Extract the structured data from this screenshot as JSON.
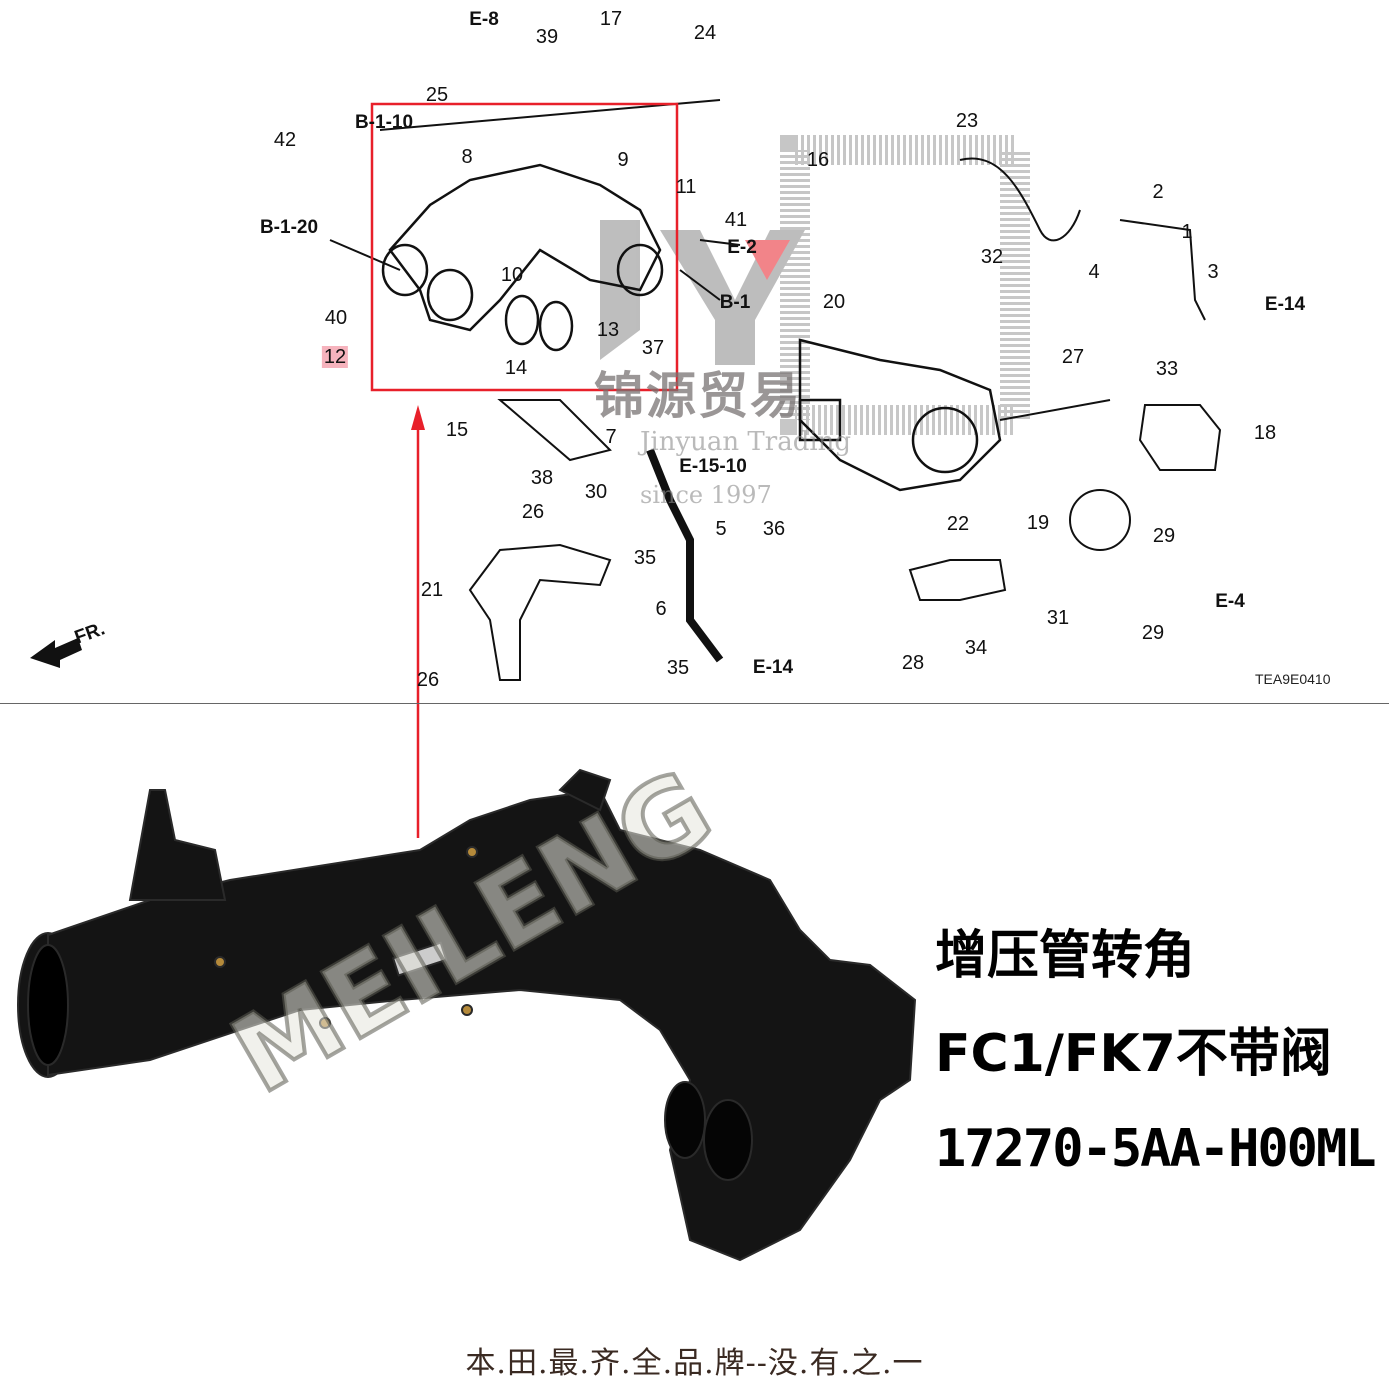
{
  "diagram": {
    "labels": [
      {
        "id": "E-8"
      },
      {
        "id": "39"
      },
      {
        "id": "17"
      },
      {
        "id": "24"
      },
      {
        "id": "25"
      },
      {
        "id": "B-1-10"
      },
      {
        "id": "42"
      },
      {
        "id": "8"
      },
      {
        "id": "9"
      },
      {
        "id": "11"
      },
      {
        "id": "41"
      },
      {
        "id": "16"
      },
      {
        "id": "23"
      },
      {
        "id": "2"
      },
      {
        "id": "1"
      },
      {
        "id": "B-1-20"
      },
      {
        "id": "E-2"
      },
      {
        "id": "32"
      },
      {
        "id": "4"
      },
      {
        "id": "3"
      },
      {
        "id": "E-14"
      },
      {
        "id": "10"
      },
      {
        "id": "40"
      },
      {
        "id": "B-1"
      },
      {
        "id": "20"
      },
      {
        "id": "13"
      },
      {
        "id": "12"
      },
      {
        "id": "37"
      },
      {
        "id": "14"
      },
      {
        "id": "27"
      },
      {
        "id": "33"
      },
      {
        "id": "15"
      },
      {
        "id": "18"
      },
      {
        "id": "38"
      },
      {
        "id": "7"
      },
      {
        "id": "E-15-10"
      },
      {
        "id": "30"
      },
      {
        "id": "36"
      },
      {
        "id": "5"
      },
      {
        "id": "26"
      },
      {
        "id": "22"
      },
      {
        "id": "19"
      },
      {
        "id": "29"
      },
      {
        "id": "35"
      },
      {
        "id": "21"
      },
      {
        "id": "6"
      },
      {
        "id": "E-4"
      },
      {
        "id": "31"
      },
      {
        "id": "29"
      },
      {
        "id": "34"
      },
      {
        "id": "28"
      },
      {
        "id": "35"
      },
      {
        "id": "E-14"
      },
      {
        "id": "26"
      }
    ],
    "front_marker": "FR.",
    "diagram_code": "TEA9E0410",
    "highlighted_part": "12",
    "highlight_color": "#e8202a"
  },
  "watermark": {
    "chinese": "锦源贸易",
    "english": "Jinyuan Trading",
    "since": "since 1997",
    "logo": "JY",
    "photo_watermark": "MEILENG"
  },
  "product": {
    "name": "增压管转角",
    "fitment": "FC1/FK7不带阀",
    "part_number": "17270-5AA-H00ML"
  },
  "footer": "本.田.最.齐.全.品.牌--没.有.之.一"
}
